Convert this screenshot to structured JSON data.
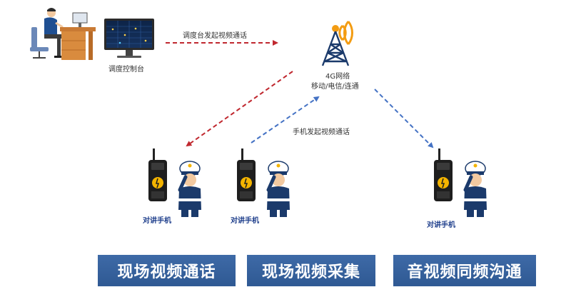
{
  "labels": {
    "dispatch_console": "调度控制台",
    "dispatch_call": "调度台发起视频通话",
    "network_line1": "4G网络",
    "network_line2": "移动/电信/连通",
    "phone_call": "手机发起视频通话",
    "radio_label": "对讲手机"
  },
  "banners": [
    "现场视频通话",
    "现场视频采集",
    "音视频同频沟通"
  ],
  "colors": {
    "red_arrow": "#c0282f",
    "blue_arrow": "#4472c4",
    "banner": "#2f5993",
    "tower": "#1b3a6b",
    "signal": "#f39c12"
  }
}
